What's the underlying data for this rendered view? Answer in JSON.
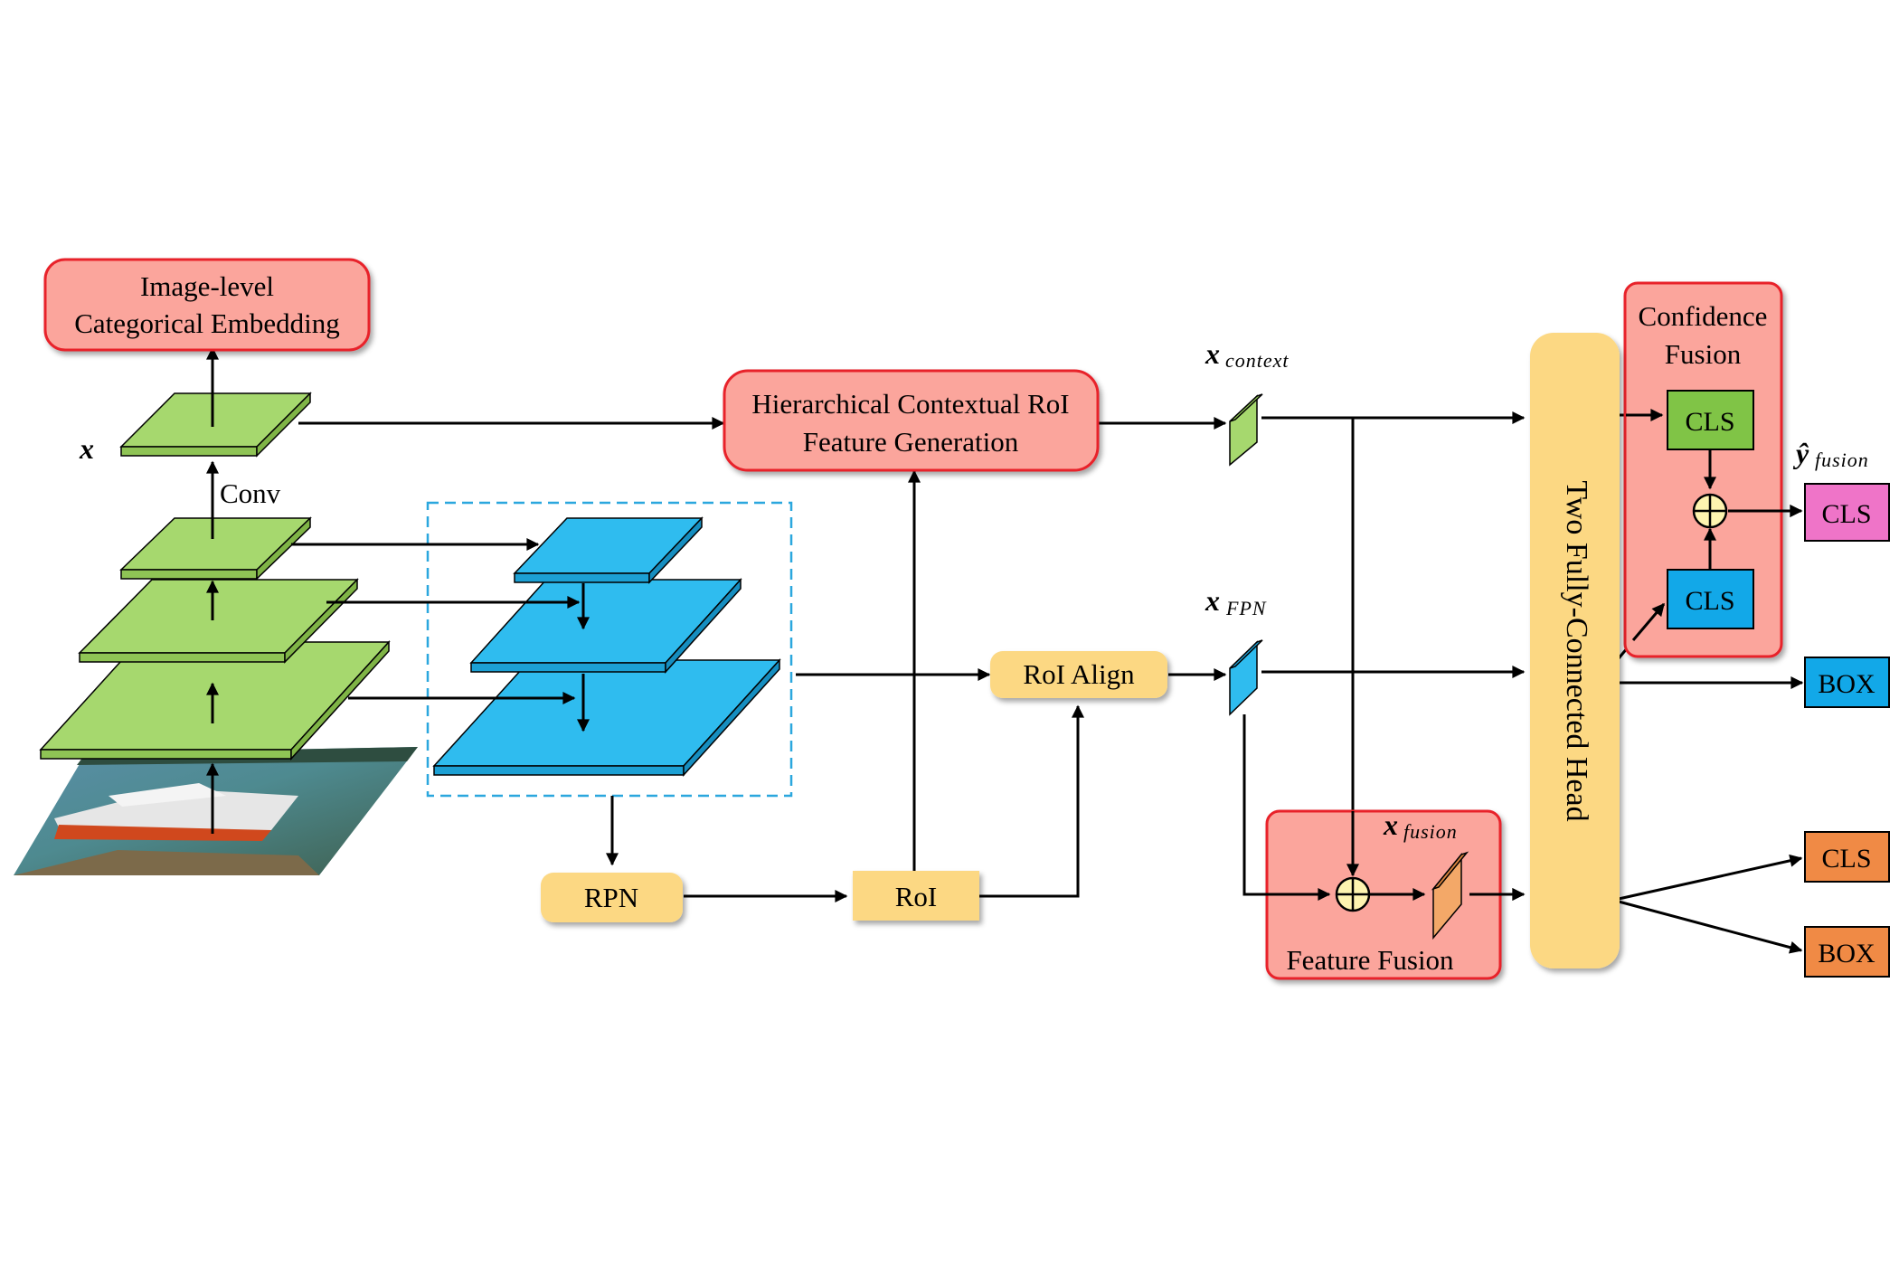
{
  "boxes": {
    "image_embedding": {
      "line1": "Image-level",
      "line2": "Categorical Embedding"
    },
    "hier_context": {
      "line1": "Hierarchical Contextual RoI",
      "line2": "Feature Generation"
    },
    "roi_align": "RoI Align",
    "rpn": "RPN",
    "roi": "RoI",
    "fc_head": "Two Fully-Connected Head",
    "confidence_fusion": {
      "line1": "Confidence",
      "line2": "Fusion"
    },
    "feature_fusion": "Feature Fusion"
  },
  "labels": {
    "conv": "Conv",
    "x_main": "x",
    "x_context": {
      "base": "x",
      "sub": "context"
    },
    "x_fpn": {
      "base": "x",
      "sub": "FPN"
    },
    "x_fusion": {
      "base": "x",
      "sub": "fusion"
    },
    "y_fusion": {
      "base": "ŷ",
      "sub": "fusion"
    }
  },
  "outputs": {
    "conf_cls_top": "CLS",
    "conf_cls_bottom": "CLS",
    "fusion_cls": "CLS",
    "box_blue": "BOX",
    "cls_orange": "CLS",
    "box_orange": "BOX"
  },
  "colors": {
    "green": "#a6d86e",
    "blue": "#2fbcef",
    "red_fill": "#fba59c",
    "red_stroke": "#e8202a",
    "yellow": "#fcd883",
    "magenta": "#ef74c8",
    "orange": "#f08a45",
    "dashed": "#2ba7de"
  }
}
